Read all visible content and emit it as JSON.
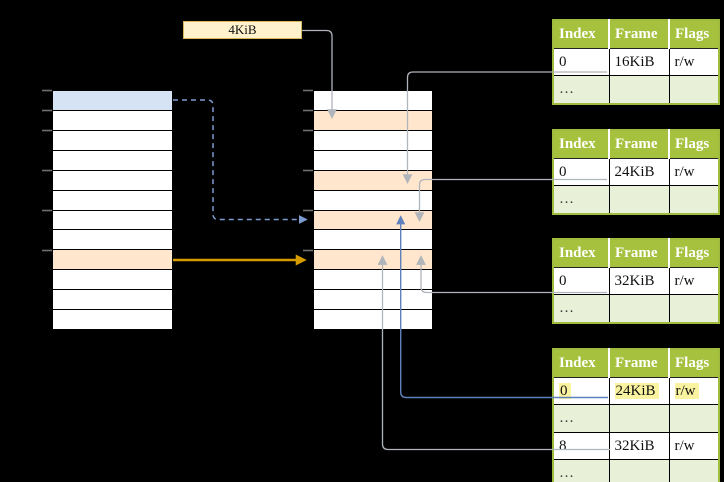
{
  "size_label": "4KiB",
  "columns": {
    "virtual": {
      "row_count": 12,
      "blue_row": 0,
      "orange_row": 8
    },
    "physical": {
      "row_count": 12,
      "orange_rows": [
        1,
        4,
        6,
        8
      ]
    }
  },
  "frame_tables": [
    {
      "id": "frame-table-1",
      "headers": [
        "Index",
        "Frame",
        "Flags"
      ],
      "rows": [
        {
          "cells": [
            "0",
            "16KiB",
            "r/w"
          ],
          "shaded": false,
          "highlighted": false
        },
        {
          "cells": [
            "…",
            "",
            ""
          ],
          "shaded": true,
          "highlighted": false
        }
      ]
    },
    {
      "id": "frame-table-2",
      "headers": [
        "Index",
        "Frame",
        "Flags"
      ],
      "rows": [
        {
          "cells": [
            "0",
            "24KiB",
            "r/w"
          ],
          "shaded": false,
          "highlighted": false
        },
        {
          "cells": [
            "…",
            "",
            ""
          ],
          "shaded": true,
          "highlighted": false
        }
      ]
    },
    {
      "id": "frame-table-3",
      "headers": [
        "Index",
        "Frame",
        "Flags"
      ],
      "rows": [
        {
          "cells": [
            "0",
            "32KiB",
            "r/w"
          ],
          "shaded": false,
          "highlighted": false
        },
        {
          "cells": [
            "…",
            "",
            ""
          ],
          "shaded": true,
          "highlighted": false
        }
      ]
    },
    {
      "id": "frame-table-4",
      "headers": [
        "Index",
        "Frame",
        "Flags"
      ],
      "rows": [
        {
          "cells": [
            "0",
            "24KiB",
            "r/w"
          ],
          "shaded": false,
          "highlighted": true
        },
        {
          "cells": [
            "…",
            "",
            ""
          ],
          "shaded": true,
          "highlighted": false
        },
        {
          "cells": [
            "8",
            "32KiB",
            "r/w"
          ],
          "shaded": false,
          "highlighted": false
        },
        {
          "cells": [
            "…",
            "",
            ""
          ],
          "shaded": true,
          "highlighted": false
        }
      ]
    }
  ],
  "arrows": [
    {
      "from": "size-label-box",
      "to": "physical-row-2",
      "style": "solid",
      "color": "#B0B4BB"
    },
    {
      "from": "frame-table-1-row-0",
      "to": "physical-row-5",
      "style": "solid",
      "color": "#B0B4BB"
    },
    {
      "from": "frame-table-2-row-0",
      "to": "physical-row-7",
      "style": "solid",
      "color": "#B0B4BB"
    },
    {
      "from": "frame-table-3-row-0",
      "to": "physical-row-9",
      "style": "solid",
      "color": "#B0B4BB"
    },
    {
      "from": "frame-table-4-row-0",
      "to": "physical-row-7",
      "style": "solid",
      "color": "#5E81BE"
    },
    {
      "from": "frame-table-4-row-8",
      "to": "physical-row-9",
      "style": "solid",
      "color": "#B0B4BB"
    },
    {
      "from": "virtual-blue-row",
      "to": "physical-row-7",
      "style": "dashed",
      "color": "#7E9BD0"
    },
    {
      "from": "virtual-orange-row",
      "to": "physical-row-9",
      "style": "solid",
      "color": "#D79B00"
    }
  ],
  "colors": {
    "background": "#000000",
    "header_green": "#A6C13E",
    "row_light_green": "#E9F0D8",
    "highlight_yellow": "#FAF3A0",
    "cell_orange": "#FFE6CC",
    "cell_blue": "#D5E3F4",
    "box_cream": "#FFF2CC",
    "box_cream_border": "#D6B656",
    "arrow_gray": "#B0B4BB",
    "arrow_blue": "#5E81BE",
    "arrow_blue_light": "#7E9BD0",
    "arrow_orange": "#D79B00"
  }
}
